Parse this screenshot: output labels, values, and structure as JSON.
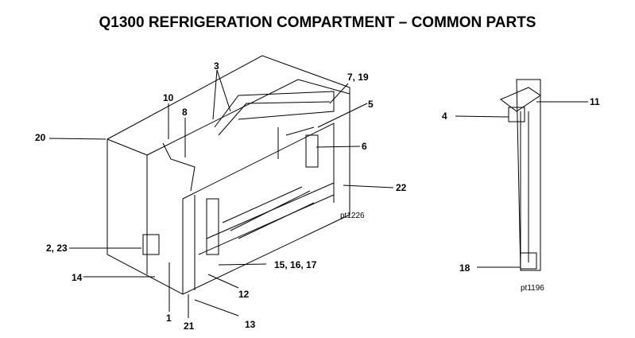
{
  "title": "Q1300 REFRIGERATION COMPARTMENT – COMMON PARTS",
  "figures": {
    "main": {
      "ref": "pt1226"
    },
    "side": {
      "ref": "pt1196"
    }
  },
  "callouts": {
    "c3": "3",
    "c10": "10",
    "c8": "8",
    "c7_19": "7, 19",
    "c5": "5",
    "c20": "20",
    "c6": "6",
    "c22": "22",
    "c2_23": "2, 23",
    "c15_16_17": "15, 16, 17",
    "c14": "14",
    "c12": "12",
    "c1": "1",
    "c21": "21",
    "c13": "13",
    "c4": "4",
    "c11": "11",
    "c18": "18"
  }
}
